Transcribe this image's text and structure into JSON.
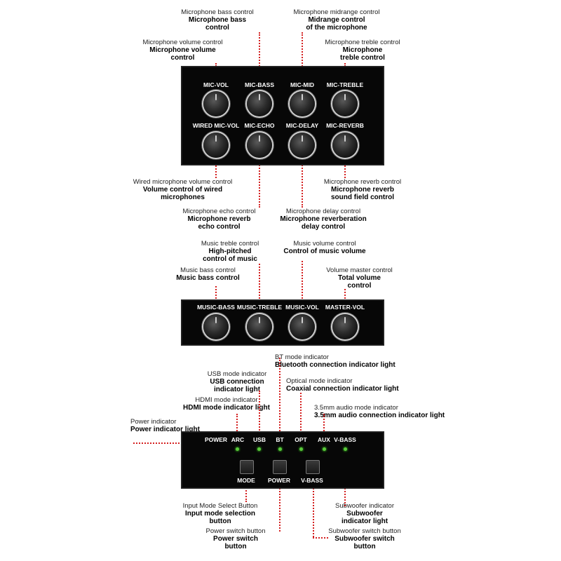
{
  "callouts": [
    {
      "id": "mic-bass",
      "normal": "Microphone bass control",
      "bold": "Microphone bass\ncontrol"
    },
    {
      "id": "mic-mid",
      "normal": "Microphone midrange control",
      "bold": "Midrange control\nof the microphone"
    },
    {
      "id": "mic-vol",
      "normal": "Microphone volume control",
      "bold": "Microphone volume\ncontrol"
    },
    {
      "id": "mic-treble",
      "normal": "Microphone treble control",
      "bold": "Microphone\ntreble control"
    },
    {
      "id": "wired-mic-vol",
      "normal": "Wired microphone volume control",
      "bold": "Volume control of wired\nmicrophones"
    },
    {
      "id": "mic-reverb",
      "normal": "Microphone reverb control",
      "bold": "Microphone reverb\nsound field control"
    },
    {
      "id": "mic-echo",
      "normal": "Microphone echo control",
      "bold": "Microphone reverb\necho control"
    },
    {
      "id": "mic-delay",
      "normal": "Microphone delay control",
      "bold": "Microphone reverberation\ndelay control"
    },
    {
      "id": "music-treble",
      "normal": "Music treble control",
      "bold": "High-pitched\ncontrol of music"
    },
    {
      "id": "music-vol",
      "normal": "Music volume control",
      "bold": "Control of music volume"
    },
    {
      "id": "music-bass",
      "normal": "Music bass control",
      "bold": "Music bass control"
    },
    {
      "id": "master-vol",
      "normal": "Volume master control",
      "bold": "Total volume\ncontrol"
    },
    {
      "id": "bt",
      "normal": "BT mode indicator",
      "bold": "Bluetooth connection indicator light"
    },
    {
      "id": "usb",
      "normal": "USB mode indicator",
      "bold": "USB connection\nindicator light"
    },
    {
      "id": "opt",
      "normal": "Optical mode indicator",
      "bold": "Coaxial connection indicator light"
    },
    {
      "id": "hdmi",
      "normal": "HDMI mode indicator",
      "bold": "HDMI mode indicator light"
    },
    {
      "id": "aux",
      "normal": "3.5mm audio mode indicator",
      "bold": "3.5mm audio connection indicator light"
    },
    {
      "id": "power-ind",
      "normal": "Power indicator",
      "bold": "Power indicator light"
    },
    {
      "id": "mode-btn",
      "normal": "Input Mode Select Button",
      "bold": "Input mode selection\nbutton"
    },
    {
      "id": "sub-ind",
      "normal": "Subwoofer indicator",
      "bold": "Subwoofer\nindicator light"
    },
    {
      "id": "power-btn",
      "normal": "Power switch button",
      "bold": "Power switch\nbutton"
    },
    {
      "id": "sub-btn",
      "normal": "Subwoofer switch button",
      "bold": "Subwoofer switch\nbutton"
    }
  ],
  "panel_mic": {
    "row1": [
      "MIC-VOL",
      "MIC-BASS",
      "MIC-MID",
      "MIC-TREBLE"
    ],
    "row2": [
      "WIRED MIC-VOL",
      "MIC-ECHO",
      "MIC-DELAY",
      "MIC-REVERB"
    ]
  },
  "panel_music": {
    "labels": [
      "MUSIC-BASS",
      "MUSIC-TREBLE",
      "MUSIC-VOL",
      "MASTER-VOL"
    ]
  },
  "panel_control": {
    "indicators": [
      "POWER",
      "ARC",
      "USB",
      "BT",
      "OPT",
      "AUX",
      "V-BASS"
    ],
    "buttons": [
      "MODE",
      "POWER",
      "V-BASS"
    ]
  },
  "colors": {
    "leader": "#d42020",
    "panel": "#070707",
    "led": "#5ac83a"
  }
}
